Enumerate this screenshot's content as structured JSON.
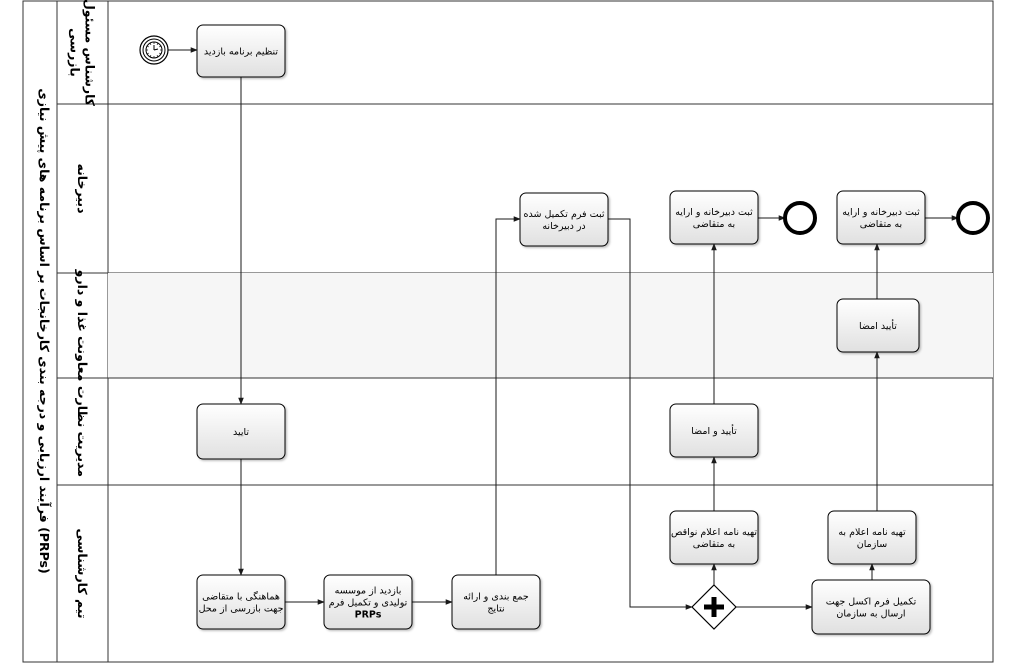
{
  "pool": {
    "title": "فرآیند ارزیابی و درجه بندی کارخانجات بر اساس برنامه های پیش نیازی (PRPs)"
  },
  "lanes": [
    {
      "id": "inspector",
      "label": [
        "کارشناس مسئول",
        "بازرسی"
      ]
    },
    {
      "id": "secretariat",
      "label": [
        "دبیرخانه"
      ]
    },
    {
      "id": "deputy",
      "label": [
        "معاونت غذا و دارو"
      ]
    },
    {
      "id": "supervision",
      "label": [
        "مدیریت نظارت"
      ]
    },
    {
      "id": "experts",
      "label": [
        "تیم کارشناسی"
      ]
    }
  ],
  "tasks": [
    {
      "id": "t_schedule",
      "lines": [
        "تنظیم برنامه بازدید"
      ]
    },
    {
      "id": "t_approve",
      "lines": [
        "تایید"
      ]
    },
    {
      "id": "t_coordinate",
      "lines": [
        "هماهنگی با متقاضی",
        "جهت بازرسی از محل"
      ]
    },
    {
      "id": "t_visit",
      "lines": [
        "بازدید از موسسه",
        "تولیدی و تکمیل فرم",
        "PRPs"
      ]
    },
    {
      "id": "t_collect",
      "lines": [
        "جمع بندی و ارائه",
        "نتایج"
      ]
    },
    {
      "id": "t_register_form",
      "lines": [
        "ثبت فرم تکمیل شده",
        "در دبیرخانه"
      ]
    },
    {
      "id": "t_deficiency",
      "lines": [
        "تهیه نامه اعلام نواقص",
        "به متقاضی"
      ]
    },
    {
      "id": "t_approve_sign",
      "lines": [
        "تأیید و امضا"
      ]
    },
    {
      "id": "t_register_deliver_1",
      "lines": [
        "ثبت دبیرخانه و ارایه",
        "به متقاضی"
      ]
    },
    {
      "id": "t_excel_form",
      "lines": [
        "تکمیل فرم اکسل جهت",
        "ارسال به سازمان"
      ]
    },
    {
      "id": "t_notify_org",
      "lines": [
        "تهیه نامه اعلام به",
        "سازمان"
      ]
    },
    {
      "id": "t_sign_approve",
      "lines": [
        "تأیید امضا"
      ]
    },
    {
      "id": "t_register_deliver_2",
      "lines": [
        "ثبت دبیرخانه و ارایه",
        "به متقاضی"
      ]
    }
  ],
  "events": [
    {
      "id": "start",
      "type": "timer-start"
    },
    {
      "id": "end1",
      "type": "end"
    },
    {
      "id": "end2",
      "type": "end"
    }
  ],
  "gateways": [
    {
      "id": "g1",
      "type": "parallel"
    }
  ],
  "flows": [
    [
      "start",
      "t_schedule"
    ],
    [
      "t_schedule",
      "t_approve"
    ],
    [
      "t_approve",
      "t_coordinate"
    ],
    [
      "t_coordinate",
      "t_visit"
    ],
    [
      "t_visit",
      "t_collect"
    ],
    [
      "t_collect",
      "t_register_form"
    ],
    [
      "t_register_form",
      "g1"
    ],
    [
      "g1",
      "t_deficiency"
    ],
    [
      "g1",
      "t_excel_form"
    ],
    [
      "t_deficiency",
      "t_approve_sign"
    ],
    [
      "t_approve_sign",
      "t_register_deliver_1"
    ],
    [
      "t_register_deliver_1",
      "end1"
    ],
    [
      "t_excel_form",
      "t_notify_org"
    ],
    [
      "t_notify_org",
      "t_sign_approve"
    ],
    [
      "t_sign_approve",
      "t_register_deliver_2"
    ],
    [
      "t_register_deliver_2",
      "end2"
    ]
  ],
  "colors": {
    "task_fill_top": "#ffffff",
    "task_fill_bottom": "#e2e2e2",
    "lane_fill": "#f6f6f6",
    "stroke": "#000000",
    "flow": "#1a1a1a"
  }
}
